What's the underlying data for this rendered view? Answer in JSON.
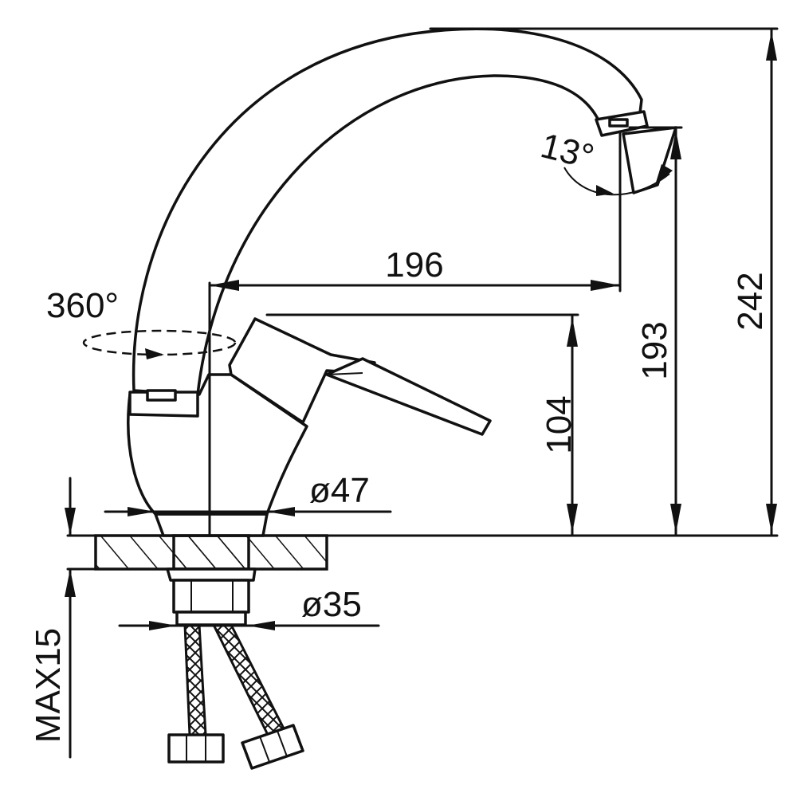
{
  "drawing": {
    "dimensions": {
      "spout_reach": "196",
      "handle_height": "104",
      "outlet_height": "193",
      "total_height": "242",
      "base_diameter": "ø47",
      "thread_diameter": "ø35",
      "max_counter_thickness": "MAX15"
    },
    "angles": {
      "swivel": "360°",
      "outlet_tilt": "13°"
    }
  }
}
